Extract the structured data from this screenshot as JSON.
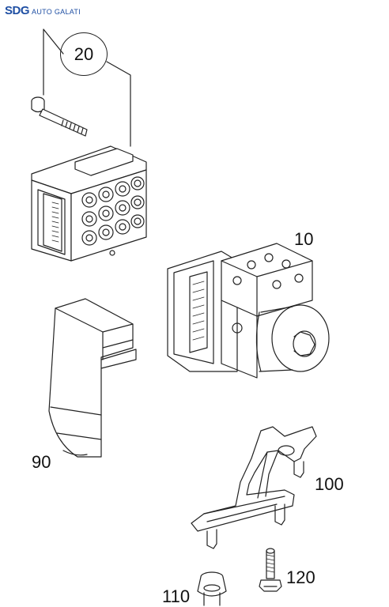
{
  "logo": {
    "mark": "SDG",
    "text": "AUTO GALATI"
  },
  "callouts": {
    "c20": "20",
    "c10": "10",
    "c90": "90",
    "c100": "100",
    "c120": "120",
    "c110": "110"
  }
}
